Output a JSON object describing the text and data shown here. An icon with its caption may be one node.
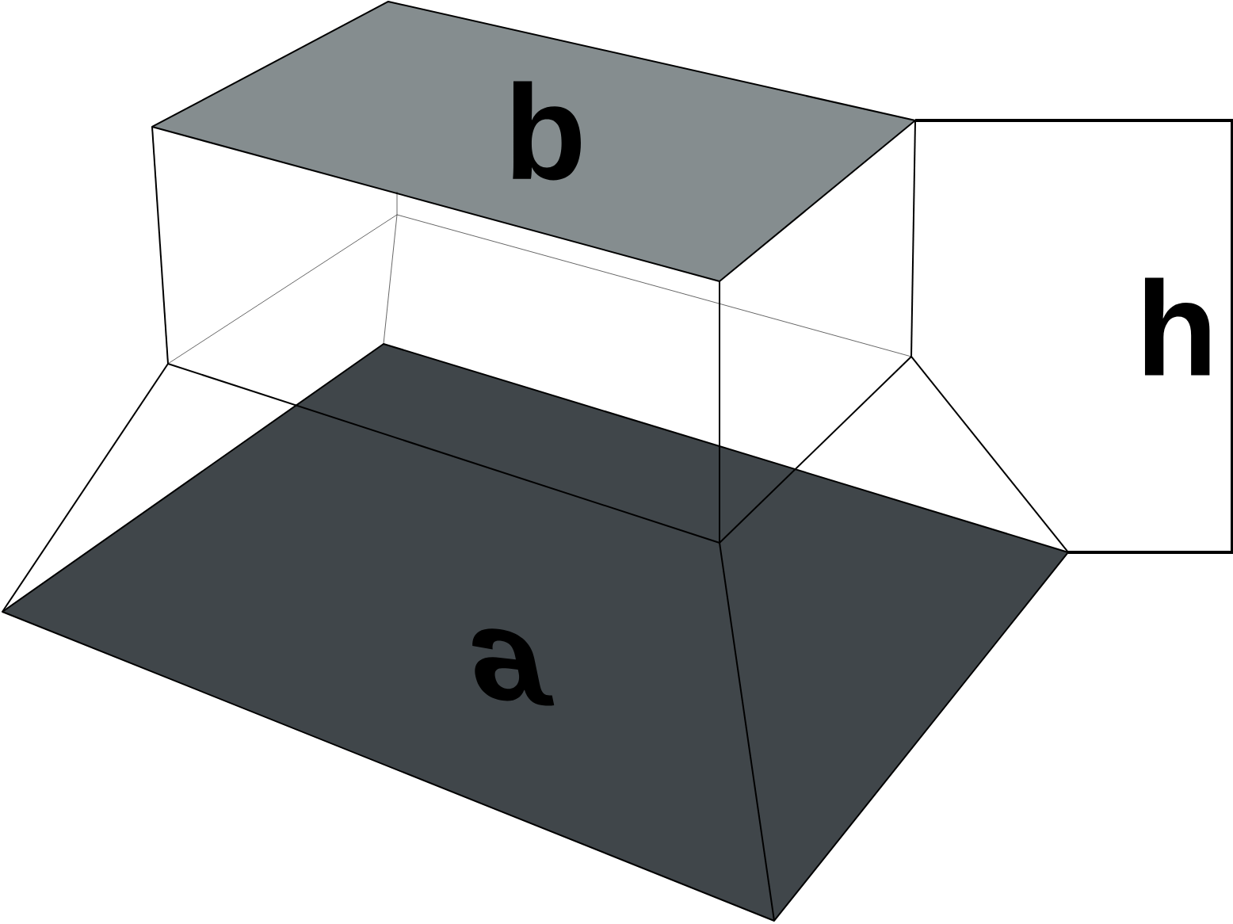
{
  "diagram": {
    "nodes": [
      {
        "text": [
          "b"
        ]
      },
      {
        "text": [
          "a"
        ]
      }
    ],
    "labels": [
      "h"
    ]
  }
}
